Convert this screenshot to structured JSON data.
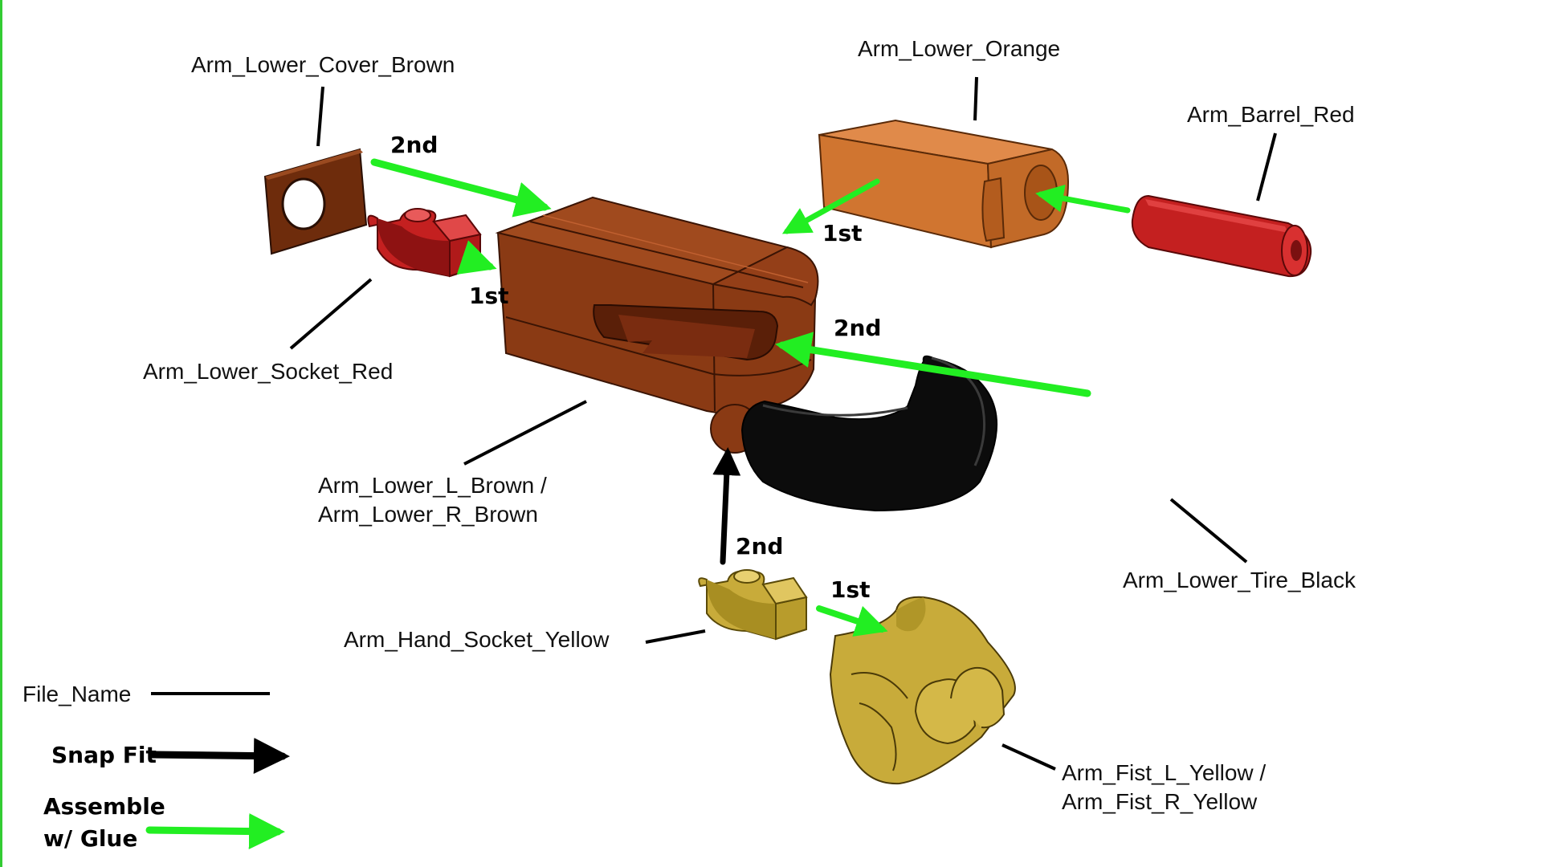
{
  "labels": {
    "cover_brown": "Arm_Lower_Cover_Brown",
    "lower_orange": "Arm_Lower_Orange",
    "barrel_red": "Arm_Barrel_Red",
    "socket_red": "Arm_Lower_Socket_Red",
    "lower_brown_l": "Arm_Lower_L_Brown /",
    "lower_brown_r": "Arm_Lower_R_Brown",
    "tire_black": "Arm_Lower_Tire_Black",
    "hand_socket_yellow": "Arm_Hand_Socket_Yellow",
    "fist_l": "Arm_Fist_L_Yellow /",
    "fist_r": "Arm_Fist_R_Yellow"
  },
  "order": {
    "cover_to_body": "2nd",
    "socket_to_body": "1st",
    "orange_to_body": "1st",
    "tire_to_body": "2nd",
    "hand_socket_to_body": "2nd",
    "fist_to_hand_socket": "1st"
  },
  "legend": {
    "file_name": "File_Name",
    "snap_fit": "Snap Fit",
    "glue_line1": "Assemble",
    "glue_line2": "w/ Glue"
  },
  "colors": {
    "glue_arrow": "#22ee22",
    "snap_arrow": "#000000",
    "brown": "#8a3a14",
    "orange": "#d07530",
    "red": "#c42020",
    "yellow": "#c8ab3a",
    "black": "#0a0a0a",
    "left_border": "#33cc33"
  }
}
